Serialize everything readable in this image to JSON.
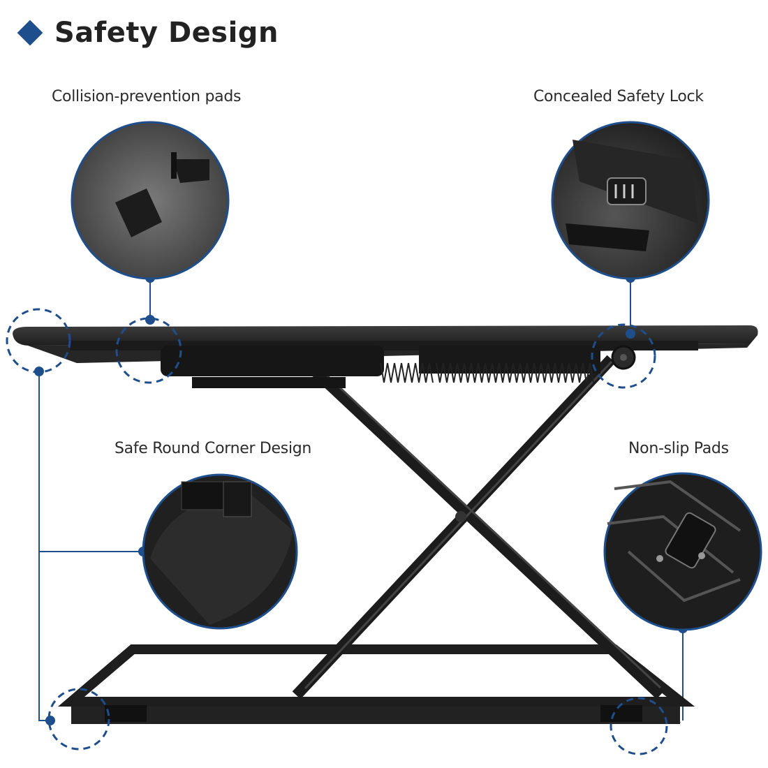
{
  "header": {
    "title": "Safety Design"
  },
  "features": [
    {
      "label": "Collision-prevention pads"
    },
    {
      "label": "Concealed Safety Lock"
    },
    {
      "label": "Safe Round Corner Design"
    },
    {
      "label": "Non-slip Pads"
    }
  ],
  "colors": {
    "accent": "#1f4e8c",
    "product": "#2a2a2a",
    "text": "#2b2b2b"
  }
}
